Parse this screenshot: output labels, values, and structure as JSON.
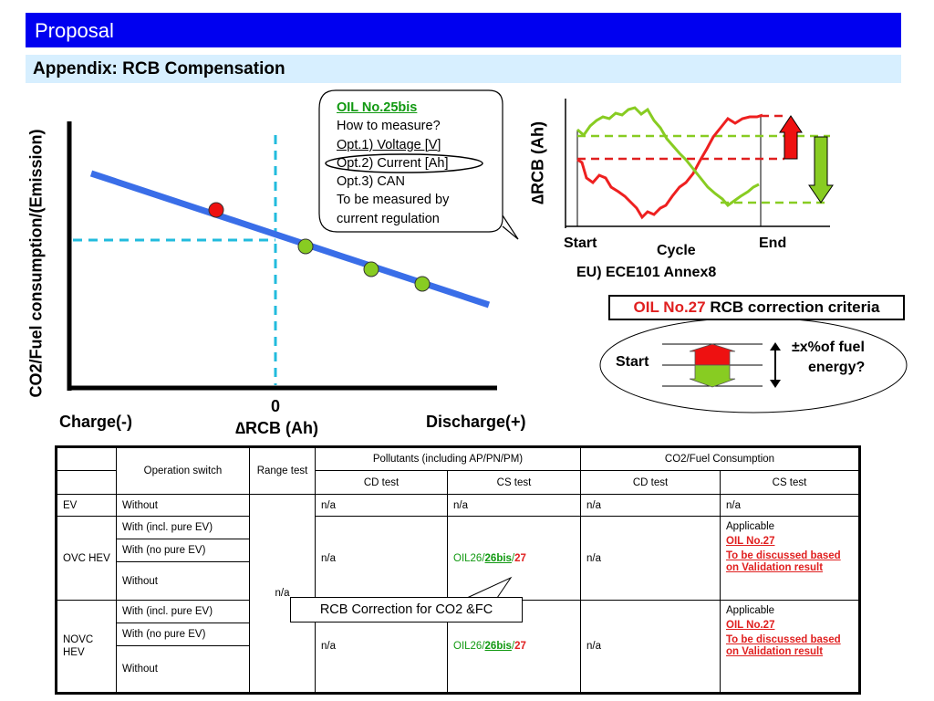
{
  "header": {
    "title": "Proposal",
    "subtitle": "Appendix: RCB Compensation"
  },
  "left_chart": {
    "ylabel": "CO2/Fuel consumption/(Emission)",
    "zero_label": "0",
    "xlabel": "∆RCB  (Ah)",
    "left_label": "Charge(-)",
    "right_label": "Discharge(+)"
  },
  "callout": {
    "title": "OIL No.25bis",
    "lines": [
      "How to measure?",
      "Opt.1) Voltage [V]",
      "Opt.2) Current [Ah]",
      "Opt.3) CAN",
      "To be measured by",
      "current regulation"
    ]
  },
  "right_chart": {
    "ylabel": "∆RCB  (Ah)",
    "start_label": "Start",
    "end_label": "End",
    "cycle_label": "Cycle",
    "source_label": "EU) ECE101 Annex8"
  },
  "criteria": {
    "oil": "OIL No.27",
    "text": " RCB correction criteria",
    "start_label": "Start",
    "range_line1": "±x%of fuel",
    "range_line2": "energy?"
  },
  "table": {
    "headers": {
      "operation_switch": "Operation switch",
      "range_test": "Range test",
      "pollutants": "Pollutants (including AP/PN/PM)",
      "co2": "CO2/Fuel Consumption",
      "cd_test": "CD test",
      "cs_test": "CS test"
    },
    "rows": {
      "ev": {
        "label": "EV",
        "switch": "Without",
        "p_cd": "n/a",
        "p_cs": "n/a",
        "c_cd": "n/a",
        "c_cs": "n/a"
      },
      "ovc": {
        "label": "OVC HEV",
        "switches": [
          "With (incl. pure EV)",
          "With (no pure EV)",
          "Without"
        ],
        "p_cd": "n/a",
        "p_cs_prefix": "OIL26/",
        "p_cs_bis": "26bis",
        "p_cs_sep": "/",
        "p_cs_27": "27",
        "c_cd": "n/a",
        "c_cs_applicable": "Applicable",
        "c_cs_oil": "OIL No.27",
        "c_cs_note": "To be discussed based on Validation result"
      },
      "novc": {
        "label": "NOVC HEV",
        "switches": [
          "With (incl. pure EV)",
          "With (no pure EV)",
          "Without"
        ],
        "p_cd": "n/a",
        "p_cs_prefix": "OIL26/",
        "p_cs_bis": "26bis",
        "p_cs_sep": "/",
        "p_cs_27": "27",
        "c_cd": "n/a",
        "c_cs_applicable": "Applicable",
        "c_cs_oil": "OIL No.27",
        "c_cs_note": "To be discussed based on Validation result"
      },
      "range_na": "n/a"
    },
    "rcb_callout": "RCB Correction for CO2 &FC"
  },
  "colors": {
    "title_bg": "#0000f0",
    "subtitle_bg": "#d7efff",
    "line_blue": "#3a6ee8",
    "dash_cyan": "#22bbdd",
    "red": "#e02020",
    "green": "#88cc22"
  }
}
